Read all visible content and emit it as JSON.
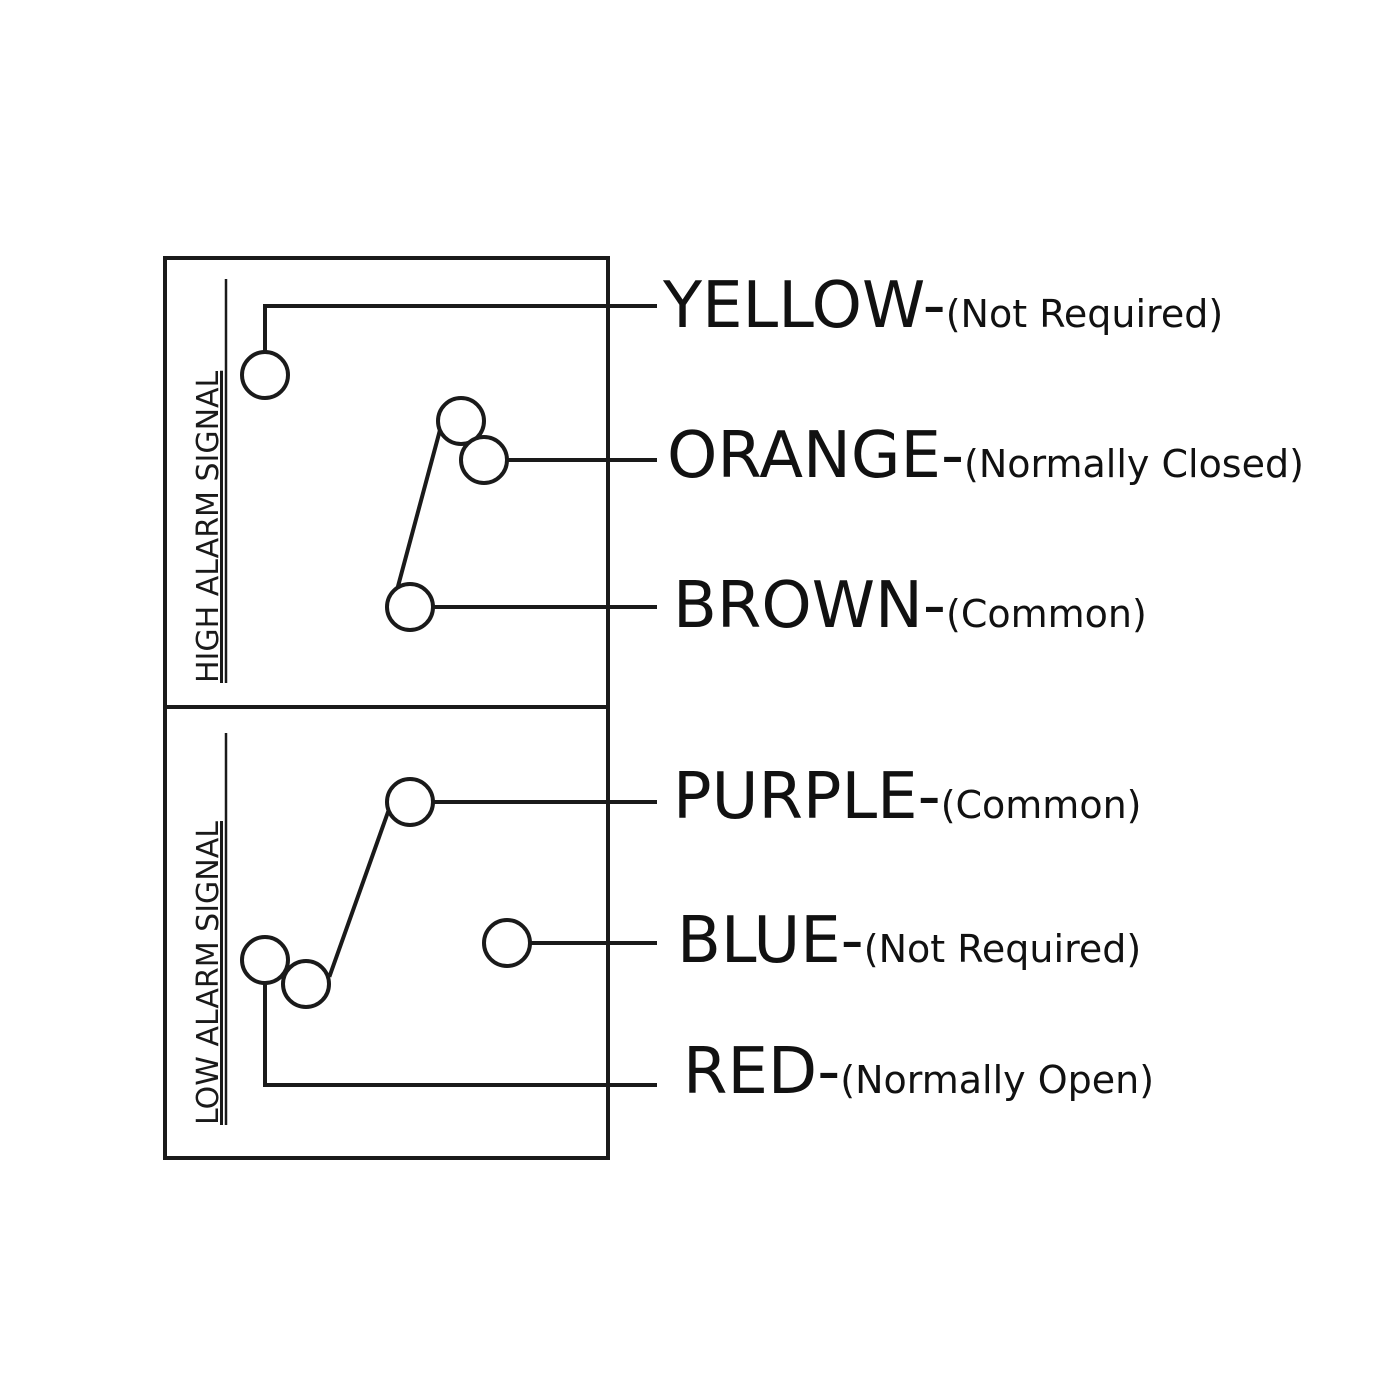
{
  "sections": {
    "high": {
      "label": "HIGH ALARM SIGNAL"
    },
    "low": {
      "label": "LOW ALARM SIGNAL"
    }
  },
  "wires": {
    "yellow": {
      "color": "YELLOW-",
      "note": "(Not Required)"
    },
    "orange": {
      "color": "ORANGE-",
      "note": "(Normally Closed)"
    },
    "brown": {
      "color": "BROWN-",
      "note": "(Common)"
    },
    "purple": {
      "color": "PURPLE-",
      "note": "(Common)"
    },
    "blue": {
      "color": "BLUE-",
      "note": "(Not Required)"
    },
    "red": {
      "color": "RED-",
      "note": "(Normally Open)"
    }
  }
}
